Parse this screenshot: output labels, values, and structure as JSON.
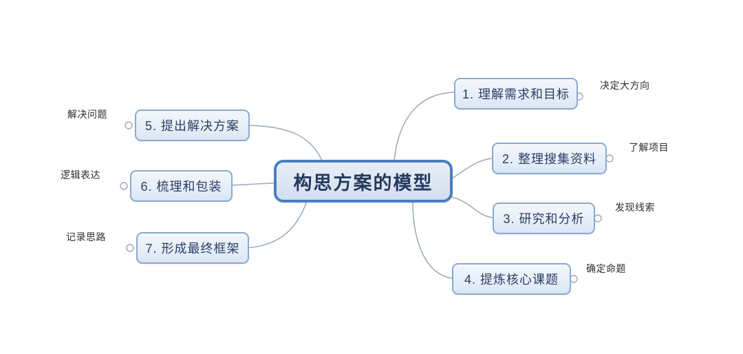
{
  "diagram": {
    "type": "mind-map",
    "title": "构思方案的模型",
    "background": "#ffffff",
    "accent_border": "#4a7fc0",
    "branch_border": "#8aa9cf",
    "connector_color": "#9aa7b8",
    "underline_color": "#4d7ebd",
    "central_text_color": "#23395e",
    "branch_text_color": "#2b3f63",
    "leaf_text_color": "#2e2e2e"
  },
  "central": {
    "label": "构思方案的模型"
  },
  "branches": [
    {
      "id": 1,
      "label": "1. 理解需求和目标",
      "leaf": "决定大方向",
      "side": "right"
    },
    {
      "id": 2,
      "label": "2. 整理搜集资料",
      "leaf": "了解项目",
      "side": "right"
    },
    {
      "id": 3,
      "label": "3. 研究和分析",
      "leaf": "发现线索",
      "side": "right"
    },
    {
      "id": 4,
      "label": "4. 提炼核心课题",
      "leaf": "确定命题",
      "side": "right"
    },
    {
      "id": 5,
      "label": "5. 提出解决方案",
      "leaf": "解决问题",
      "side": "left"
    },
    {
      "id": 6,
      "label": "6. 梳理和包装",
      "leaf": "逻辑表达",
      "side": "left"
    },
    {
      "id": 7,
      "label": "7. 形成最终框架",
      "leaf": "记录思路",
      "side": "left"
    }
  ]
}
